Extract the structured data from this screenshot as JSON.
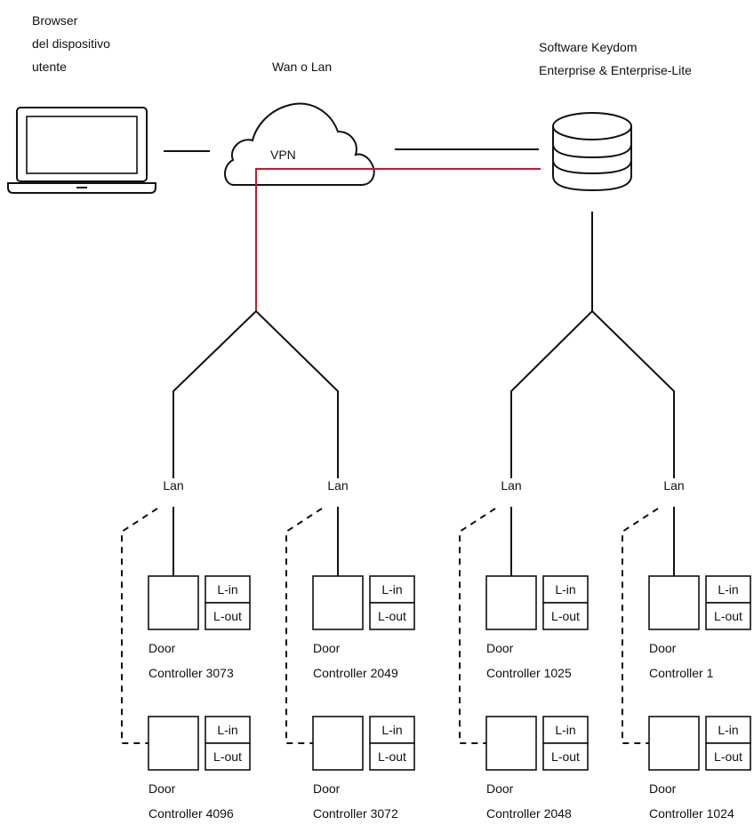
{
  "labels": {
    "browser_line1": "Browser",
    "browser_line2": "del dispositivo",
    "browser_line3": "utente",
    "network": "Wan o Lan",
    "vpn": "VPN",
    "software_line1": "Software Keydom",
    "software_line2": "Enterprise & Enterprise-Lite"
  },
  "colors": {
    "line": "#111111",
    "vpn_link": "#d0142c",
    "background": "#ffffff"
  },
  "icons": {
    "laptop": "laptop-icon",
    "cloud": "cloud-icon",
    "server": "database-icon"
  },
  "lans": [
    {
      "label": "Lan",
      "controllers": [
        {
          "door": "Door",
          "name": "Controller 3073",
          "lin": "L-in",
          "lout": "L-out"
        },
        {
          "door": "Door",
          "name": "Controller 4096",
          "lin": "L-in",
          "lout": "L-out"
        }
      ]
    },
    {
      "label": "Lan",
      "controllers": [
        {
          "door": "Door",
          "name": "Controller 2049",
          "lin": "L-in",
          "lout": "L-out"
        },
        {
          "door": "Door",
          "name": "Controller 3072",
          "lin": "L-in",
          "lout": "L-out"
        }
      ]
    },
    {
      "label": "Lan",
      "controllers": [
        {
          "door": "Door",
          "name": "Controller 1025",
          "lin": "L-in",
          "lout": "L-out"
        },
        {
          "door": "Door",
          "name": "Controller 2048",
          "lin": "L-in",
          "lout": "L-out"
        }
      ]
    },
    {
      "label": "Lan",
      "controllers": [
        {
          "door": "Door",
          "name": "Controller 1",
          "lin": "L-in",
          "lout": "L-out"
        },
        {
          "door": "Door",
          "name": "Controller 1024",
          "lin": "L-in",
          "lout": "L-out"
        }
      ]
    }
  ]
}
